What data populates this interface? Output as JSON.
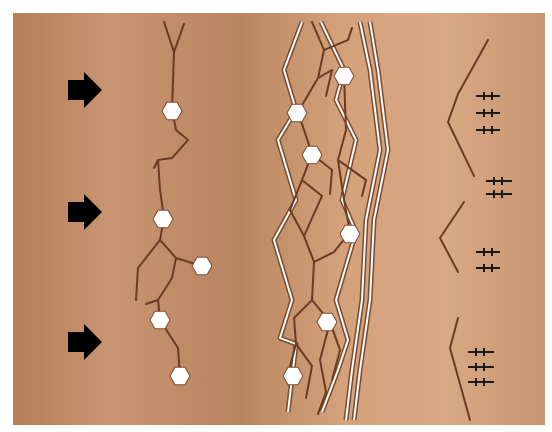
{
  "colors": {
    "paper": "#ffffff",
    "background_edge": "#b47e58",
    "background_mid": "#c9946b",
    "background_light": "#d8a67c",
    "strand": "#6b3a22",
    "outline": "#7a4a30",
    "marker_fill": "#ffffff",
    "arrow": "#000000",
    "tick": "#1a1a1a"
  },
  "icons": {
    "arrow": "right-block-arrow-icon",
    "marker": "hexagon-marker-icon",
    "tick_pair": "double-dash-tick-icon"
  },
  "panels": [
    "left-network",
    "middle-network",
    "right-fragments"
  ]
}
